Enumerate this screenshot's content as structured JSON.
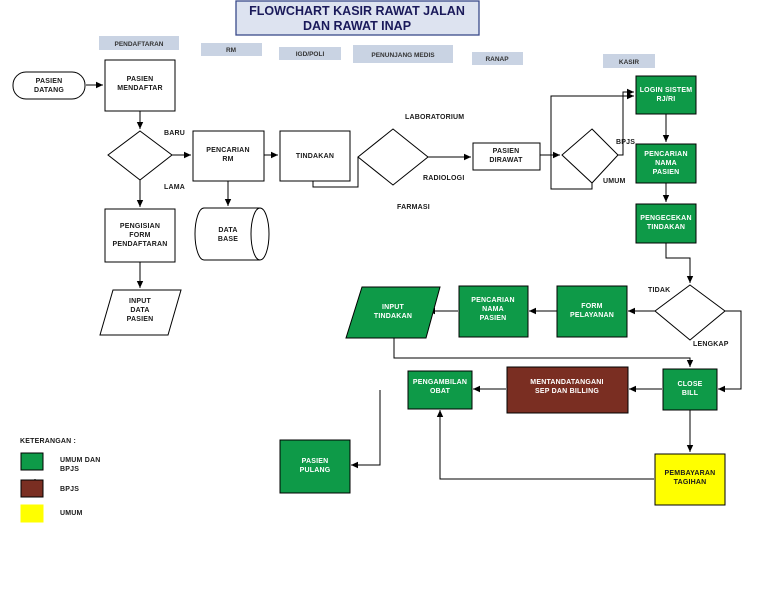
{
  "title": {
    "line1": "FLOWCHART KASIR RAWAT JALAN",
    "line2": "DAN RAWAT INAP"
  },
  "lanes": {
    "pendaftaran": "PENDAFTARAN",
    "rm": "RM",
    "igd": "IGD/POLI",
    "penunjang": "PENUNJANG MEDIS",
    "ranap": "RANAP",
    "kasir": "KASIR"
  },
  "nodes": {
    "pasien_datang": [
      "PASIEN",
      "DATANG"
    ],
    "pasien_mendaftar": [
      "PASIEN",
      "MENDAFTAR"
    ],
    "pencarian_rm": [
      "PENCARIAN",
      "RM"
    ],
    "tindakan": [
      "TINDAKAN"
    ],
    "pasien_dirawat": [
      "PASIEN",
      "DIRAWAT"
    ],
    "data_base": [
      "DATA",
      "BASE"
    ],
    "pengisian_form": [
      "PENGISIAN",
      "FORM",
      "PENDAFTARAN"
    ],
    "input_data_pasien": [
      "INPUT",
      "DATA",
      "PASIEN"
    ],
    "login_sistem": [
      "LOGIN SISTEM",
      "RJ/RI"
    ],
    "pencarian_nama_kasir": [
      "PENCARIAN",
      "NAMA",
      "PASIEN"
    ],
    "pengecekan_tindakan": [
      "PENGECEKAN",
      "TINDAKAN"
    ],
    "form_pelayanan": [
      "FORM",
      "PELAYANAN"
    ],
    "pencarian_nama_pasien": [
      "PENCARIAN",
      "NAMA",
      "PASIEN"
    ],
    "input_tindakan": [
      "INPUT",
      "TINDAKAN"
    ],
    "close_bill": [
      "CLOSE",
      "BILL"
    ],
    "mentandatangani": [
      "MENTANDATANGANI",
      "SEP DAN BILLING"
    ],
    "pengambilan_obat": [
      "PENGAMBILAN",
      "OBAT"
    ],
    "pasien_pulang": [
      "PASIEN",
      "PULANG"
    ],
    "pembayaran_tagihan": [
      "PEMBAYARAN",
      "TAGIHAN"
    ]
  },
  "labels": {
    "baru": "BARU",
    "lama": "LAMA",
    "laboratorium": "LABORATORIUM",
    "radiologi": "RADIOLOGI",
    "farmasi": "FARMASI",
    "bpjs": "BPJS",
    "umum": "UMUM",
    "tidak": "TIDAK",
    "lengkap": "LENGKAP"
  },
  "legend": {
    "title": "KETERANGAN :",
    "items": [
      {
        "lines": [
          "UMUM DAN",
          "BPJS"
        ],
        "color": "#0e9a48"
      },
      {
        "lines": [
          "BPJS"
        ],
        "color": "#7a2e22"
      },
      {
        "lines": [
          "UMUM"
        ],
        "color": "#ffff00"
      }
    ]
  },
  "colors": {
    "green": "#0e9a48",
    "brown": "#7a2e22",
    "yellow": "#ffff00",
    "lane_bg": "#c9d3e3",
    "title_bg": "#dde3f0",
    "title_border": "#3a4a8a"
  }
}
